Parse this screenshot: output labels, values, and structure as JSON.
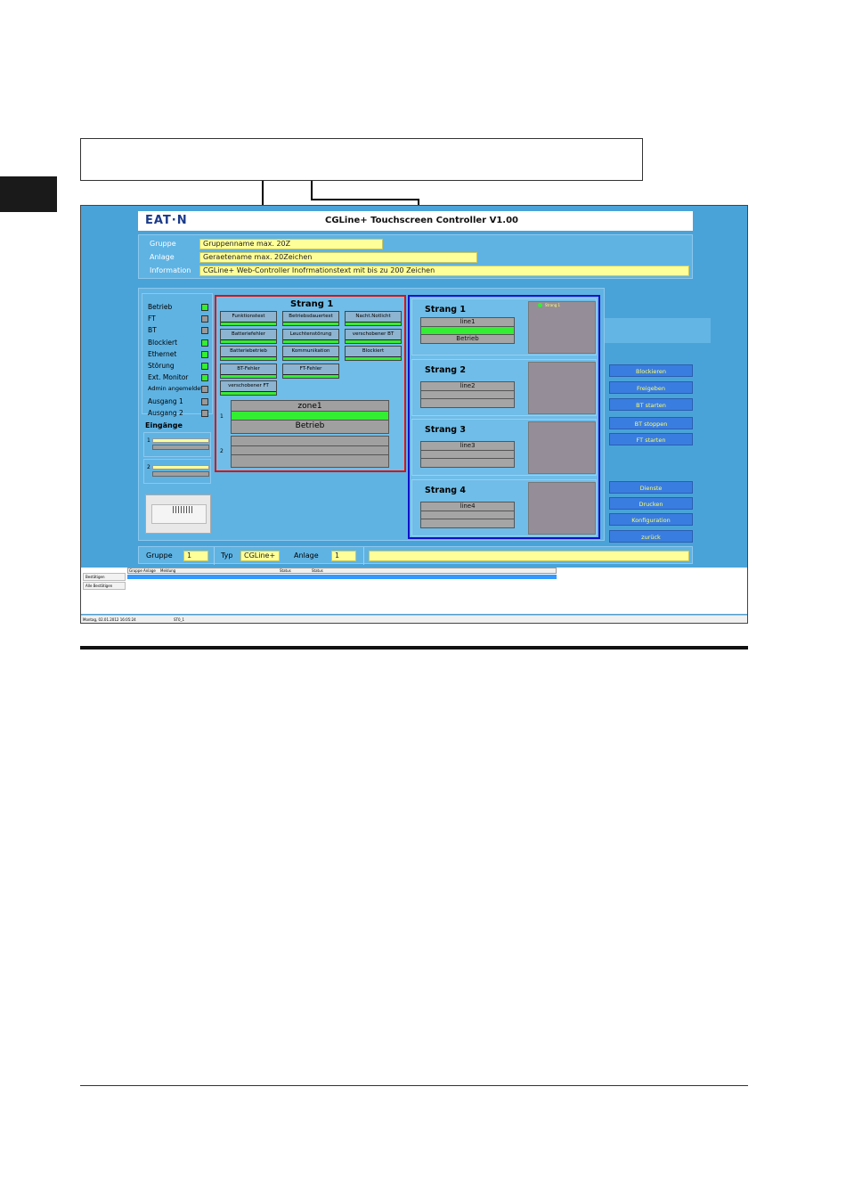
{
  "app": {
    "logo": "EAT·N",
    "title": "CGLine+ Touchscreen Controller V1.00"
  },
  "info": {
    "gruppe_label": "Gruppe",
    "gruppe_value": "Gruppenname max. 20Z",
    "anlage_label": "Anlage",
    "anlage_value": "Geraetename max. 20Zeichen",
    "information_label": "Information",
    "information_value": "CGLine+ Web-Controller Inofrmationstext mit bis zu 200 Zeichen"
  },
  "status": {
    "items": [
      "Betrieb",
      "FT",
      "BT",
      "Blockiert",
      "Ethernet",
      "Störung",
      "Ext. Monitor",
      "Admin angemeldet",
      "Ausgang    1",
      "Ausgang    2"
    ],
    "indicator_colors": [
      "#33ee33",
      "#999999",
      "#999999",
      "#33ee33",
      "#33ee33",
      "#33ee33",
      "#33ee33",
      "#999999",
      "#999999",
      "#999999"
    ],
    "eingaenge_label": "Eingänge",
    "input1": "1",
    "input2": "2"
  },
  "strang_detail": {
    "title": "Strang 1",
    "buttons": [
      "Funktionstest",
      "Betriebsdauertest",
      "Nacht.Notlicht",
      "Batteriefehler",
      "Leuchtenstörung",
      "verschobener BT",
      "Batteriebetrieb",
      "Kommunikation",
      "Blockiert",
      "BT-Fehler",
      "FT-Fehler",
      "verschobener FT"
    ],
    "zone_row1": "1",
    "zone_row2": "2",
    "zone_name": "zone1",
    "zone_status": "Betrieb"
  },
  "strangs": [
    {
      "title": "Strang 1",
      "line": "line1",
      "status": "Betrieb",
      "preview_label": "Strang 1"
    },
    {
      "title": "Strang 2",
      "line": "line2",
      "status": "",
      "preview_label": ""
    },
    {
      "title": "Strang 3",
      "line": "line3",
      "status": "",
      "preview_label": ""
    },
    {
      "title": "Strang 4",
      "line": "line4",
      "status": "",
      "preview_label": ""
    }
  ],
  "right_buttons": [
    "Blockieren",
    "Freigeben",
    "BT starten",
    "BT stoppen",
    "FT starten",
    "Dienste",
    "Drucken",
    "Konfiguration",
    "zurück"
  ],
  "bottom": {
    "gruppe_label": "Gruppe",
    "gruppe_value": "1",
    "typ_label": "Typ",
    "typ_value": "CGLine+",
    "anlage_label": "Anlage",
    "anlage_value": "1"
  },
  "log": {
    "buttons": [
      "Bestätigen",
      "Alle Bestätigen"
    ],
    "columns": [
      "Gruppe",
      "Anlage",
      "Meldung",
      "Status",
      "Status"
    ]
  },
  "statusbar": {
    "left": "Montag, 02.01.2012 16:05:24",
    "right": "ST0_1"
  },
  "colors": {
    "red_frame": "#dd1111",
    "blue_frame": "#1111cc",
    "green": "#33ee33",
    "button_blue": "#3a7de0"
  }
}
